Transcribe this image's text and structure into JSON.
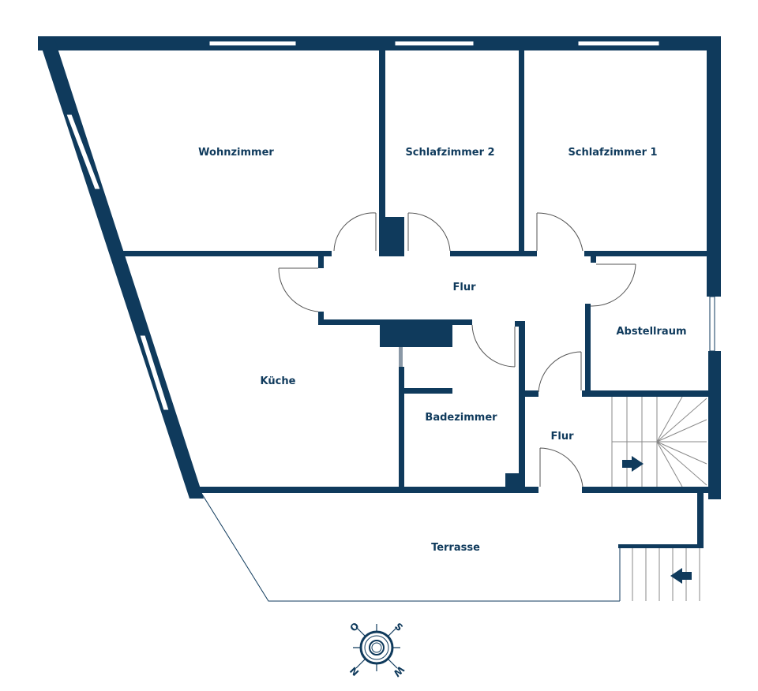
{
  "rooms": {
    "wohnzimmer": "Wohnzimmer",
    "schlafzimmer2": "Schlafzimmer 2",
    "schlafzimmer1": "Schlafzimmer 1",
    "flur_upper": "Flur",
    "abstellraum": "Abstellraum",
    "kueche": "Küche",
    "badezimmer": "Badezimmer",
    "flur_lower": "Flur",
    "terrasse": "Terrasse"
  },
  "compass": {
    "n": "N",
    "o": "O",
    "s": "S",
    "w": "W"
  },
  "colors": {
    "wall": "#0f3a5c"
  }
}
